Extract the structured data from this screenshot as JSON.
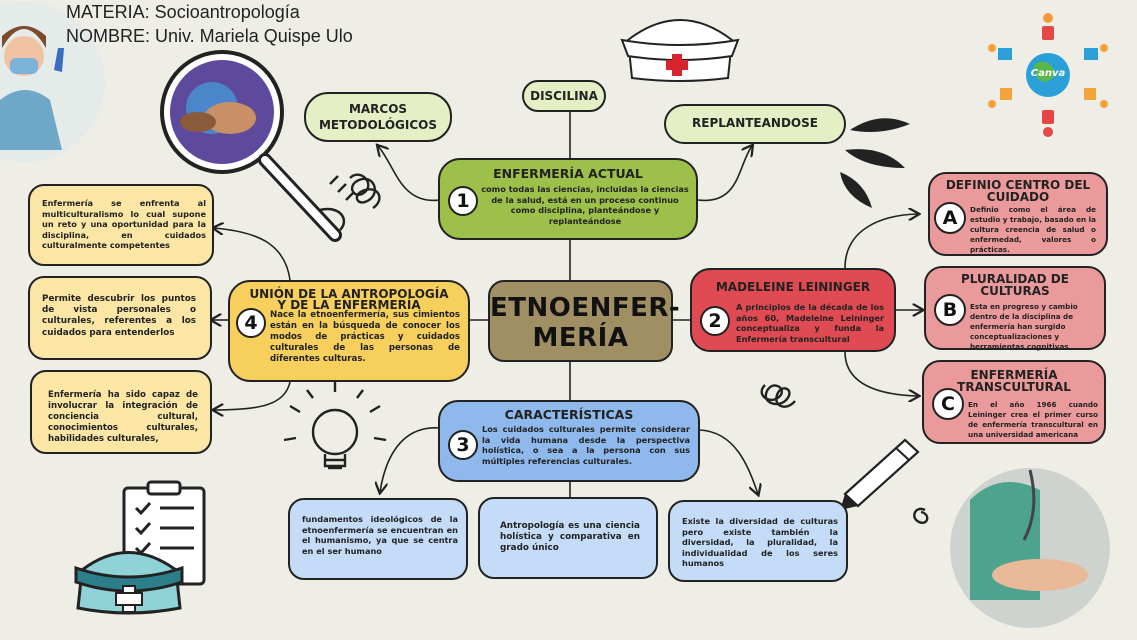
{
  "header": {
    "materia": "MATERIA: Socioantropología",
    "nombre": "NOMBRE: Univ. Mariela Quispe Ulo"
  },
  "logo_text": "Canva",
  "center": {
    "title_line1": "ETNOENFER-",
    "title_line2": "MERÍA"
  },
  "top_nodes": {
    "marcos": {
      "line1": "MARCOS",
      "line2": "METODOLÓGICOS"
    },
    "disciplina": "DISCILINA",
    "replanteandose": "REPLANTEANDOSE"
  },
  "node1": {
    "number": "1",
    "title": "ENFERMERÍA ACTUAL",
    "text": "como todas las ciencias, incluidas la ciencias de la salud, está en un proceso continuo como disciplina, planteándose y replanteándose"
  },
  "node2": {
    "number": "2",
    "title": "MADELEINE LEININGER",
    "text": "A principios de la década de los años 60, Madeleine Leininger conceptualiza y funda la Enfermería transcultural"
  },
  "node3": {
    "number": "3",
    "title": "CARACTERÍSTICAS",
    "text": "Los cuidados culturales permite considerar la vida humana desde la perspectiva holística, o sea a la persona con sus múltiples referencias culturales."
  },
  "node4": {
    "number": "4",
    "title_line1": "UNIÓN DE LA ANTROPOLOGÍA",
    "title_line2": "Y DE LA ENFERMERÍA",
    "text": "Nace la etnoenfermería, sus cimientos están en la búsqueda de conocer los modos de prácticas y cuidados culturales de las personas de diferentes culturas."
  },
  "left_boxes": [
    "Enfermería se enfrenta al multiculturalismo lo cual supone un reto y una oportunidad para la disciplina, en cuidados culturalmente competentes",
    "Permite descubrir los puntos de vista personales o culturales, referentes a los cuidados para entenderlos",
    "Enfermería ha sido capaz de involucrar la integración de conciencia cultural, conocimientos culturales, habilidades culturales,"
  ],
  "right_boxes": [
    {
      "letter": "A",
      "title_line1": "DEFINIO CENTRO DEL",
      "title_line2": "CUIDADO",
      "text": "Definio como el área de estudio y trabajo, basado en la cultura creencia de salud o enfermedad, valores o prácticas."
    },
    {
      "letter": "B",
      "title_line1": "PLURALIDAD DE",
      "title_line2": "CULTURAS",
      "text": "Esta en progreso y cambio dentro de la disciplina de enfermería han surgido conceptualizaciones y herramientas cognitivas"
    },
    {
      "letter": "C",
      "title_line1": "ENFERMERÍA",
      "title_line2": "TRANSCULTURAL",
      "text": "En el año 1966 cuando Leininger crea el primer curso de enfermería transcultural en una universidad americana"
    }
  ],
  "bottom_boxes": [
    "fundamentos ideológicos de la etnoenfermería se encuentran en el humanismo, ya que se centra en el ser humano",
    "Antropología es una ciencia holística y comparativa en grado único",
    "Existe la diversidad de culturas pero existe también la diversidad, la pluralidad, la individualidad de los seres humanos"
  ],
  "colors": {
    "yellow": "#f7cf5d",
    "light_yellow": "#fbe6a6",
    "green": "#9dc04b",
    "light_green": "#e4efc6",
    "red": "#e04a52",
    "pink": "#eb9a9c",
    "blue": "#8fb9ec",
    "light_blue": "#c4dcf7",
    "center": "#a08f63"
  }
}
